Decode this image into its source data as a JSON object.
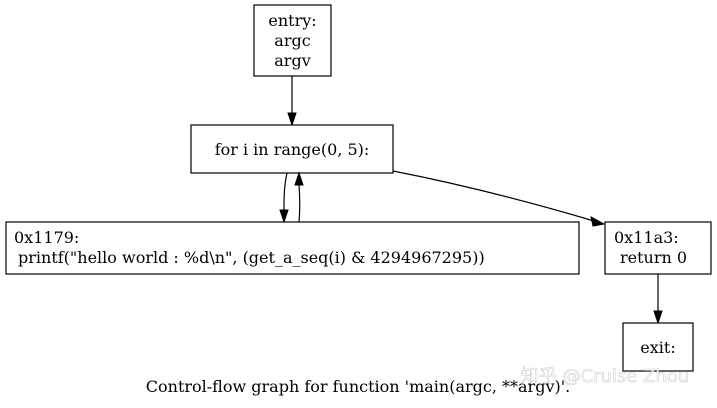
{
  "nodes": {
    "entry": {
      "lines": [
        "entry:",
        "argc",
        "argv"
      ]
    },
    "loop": {
      "lines": [
        "for i in range(0, 5):"
      ]
    },
    "body": {
      "lines": [
        "0x1179:",
        "printf(\"hello world : %d\\n\", (get_a_seq(i) & 4294967295))"
      ]
    },
    "ret": {
      "lines": [
        "0x11a3:",
        "return 0"
      ]
    },
    "exit": {
      "lines": [
        "exit:"
      ]
    }
  },
  "caption": "Control-flow graph for function 'main(argc, **argv)'.",
  "watermark": "知乎 @Cruise Zhou"
}
